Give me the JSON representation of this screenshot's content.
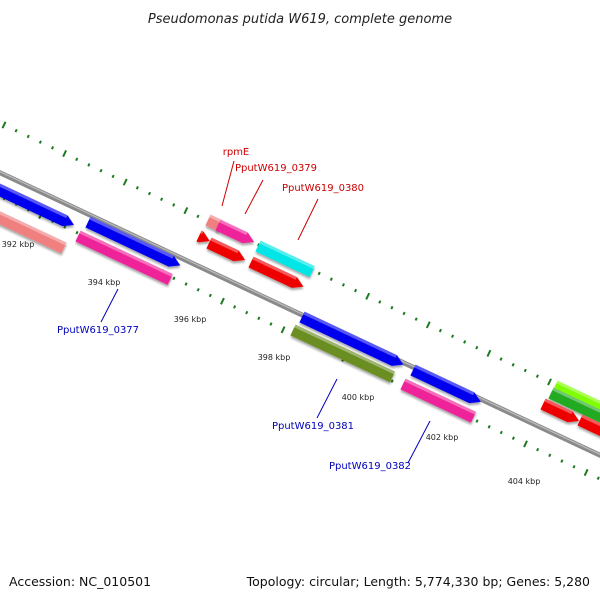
{
  "title": "Pseudomonas putida W619, complete genome",
  "footer": {
    "accession": "Accession: NC_010501",
    "topology": "Topology: circular; Length: 5,774,330 bp; Genes: 5,280"
  },
  "colors": {
    "backbone": "#8a8a8a",
    "tick": "#1f7a1f",
    "forward_label": "#cc0000",
    "reverse_label": "#0000bb",
    "blue": "#0000ee",
    "magenta": "#ee2299",
    "salmon": "#f08080",
    "red": "#ee0000",
    "cyan": "#00e5e5",
    "olive": "#6b8e23",
    "lime": "#7fff00",
    "green": "#22aa22"
  },
  "scale_ticks": [
    "392 kbp",
    "394 kbp",
    "396 kbp",
    "398 kbp",
    "400 kbp",
    "402 kbp",
    "404 kbp"
  ],
  "gene_labels": {
    "forward": [
      "rpmE",
      "PputW619_0379",
      "PputW619_0380"
    ],
    "reverse": [
      "PputW619_0377",
      "PputW619_0381",
      "PputW619_0382"
    ]
  }
}
